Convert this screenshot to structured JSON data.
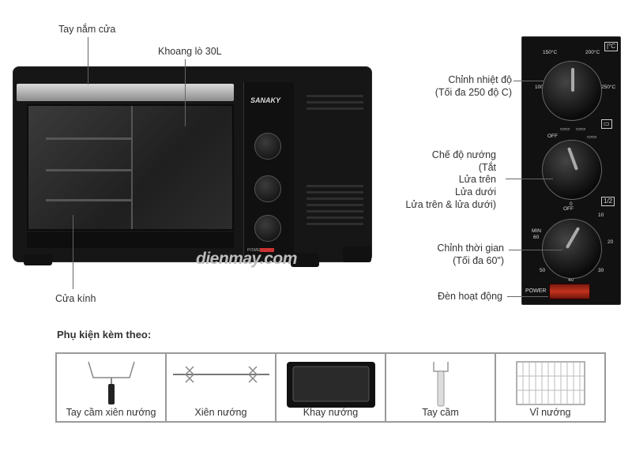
{
  "callouts": {
    "handle": "Tay nắm cửa",
    "chamber": "Khoang lò 30L",
    "glass": "Cửa kính",
    "temperature": [
      "Chỉnh nhiệt độ",
      "(Tối đa 250 độ C)"
    ],
    "mode": [
      "Chế độ nướng",
      "(Tắt",
      "Lửa trên",
      "Lửa dưới",
      "Lửa trên & lửa dưới)"
    ],
    "timer": [
      "Chỉnh thời gian",
      "(Tối đa 60\")"
    ],
    "lamp": "Đèn hoạt động"
  },
  "oven": {
    "brand": "SANAKY",
    "power_label": "POWER",
    "watermark": "dienmay.com"
  },
  "control_panel": {
    "temp_ticks": [
      "100°C",
      "150°C",
      "200°C",
      "250°C"
    ],
    "mode_ticks": [
      "OFF",
      "▭▭",
      "▭▭",
      "▭▭"
    ],
    "timer_ticks": [
      "0",
      "OFF",
      "10",
      "20",
      "30",
      "40",
      "50",
      "MIN",
      "60"
    ],
    "power_label": "POWER",
    "icon_temp": "|°C",
    "icon_timer": "1/2"
  },
  "accessories": {
    "title": "Phụ kiện kèm theo:",
    "items": [
      {
        "label": "Tay cầm xiên nướng"
      },
      {
        "label": "Xiên nướng"
      },
      {
        "label": "Khay nướng"
      },
      {
        "label": "Tay cầm"
      },
      {
        "label": "Vỉ nướng"
      }
    ]
  }
}
